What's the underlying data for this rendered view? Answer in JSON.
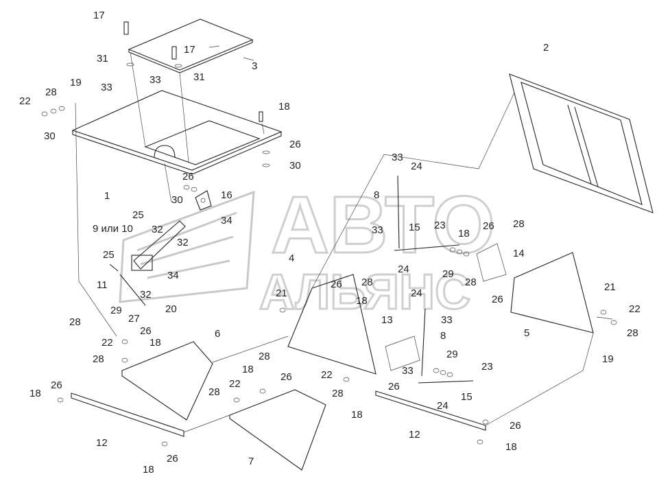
{
  "watermark": {
    "line1": "АВТО",
    "line2": "АЛЬЯНС"
  },
  "callouts": [
    {
      "id": "l-17a",
      "text": "17"
    },
    {
      "id": "l-17b",
      "text": "17"
    },
    {
      "id": "l-3",
      "text": "3"
    },
    {
      "id": "l-31a",
      "text": "31"
    },
    {
      "id": "l-33a",
      "text": "33"
    },
    {
      "id": "l-31b",
      "text": "31"
    },
    {
      "id": "l-33b",
      "text": "33"
    },
    {
      "id": "l-19a",
      "text": "19"
    },
    {
      "id": "l-28a",
      "text": "28"
    },
    {
      "id": "l-22a",
      "text": "22"
    },
    {
      "id": "l-30a",
      "text": "30"
    },
    {
      "id": "l-18a",
      "text": "18"
    },
    {
      "id": "l-26a",
      "text": "26"
    },
    {
      "id": "l-30b",
      "text": "30"
    },
    {
      "id": "l-26b",
      "text": "26"
    },
    {
      "id": "l-1",
      "text": "1"
    },
    {
      "id": "l-30c",
      "text": "30"
    },
    {
      "id": "l-16",
      "text": "16"
    },
    {
      "id": "l-2",
      "text": "2"
    },
    {
      "id": "l-25a",
      "text": "25"
    },
    {
      "id": "l-9or10",
      "text": "9 или 10"
    },
    {
      "id": "l-32a",
      "text": "32"
    },
    {
      "id": "l-34a",
      "text": "34"
    },
    {
      "id": "l-32b",
      "text": "32"
    },
    {
      "id": "l-25b",
      "text": "25"
    },
    {
      "id": "l-34b",
      "text": "34"
    },
    {
      "id": "l-11",
      "text": "11"
    },
    {
      "id": "l-32c",
      "text": "32"
    },
    {
      "id": "l-29a",
      "text": "29"
    },
    {
      "id": "l-20",
      "text": "20"
    },
    {
      "id": "l-27",
      "text": "27"
    },
    {
      "id": "l-33c",
      "text": "33"
    },
    {
      "id": "l-24a",
      "text": "24"
    },
    {
      "id": "l-8a",
      "text": "8"
    },
    {
      "id": "l-33d",
      "text": "33"
    },
    {
      "id": "l-15a",
      "text": "15"
    },
    {
      "id": "l-23a",
      "text": "23"
    },
    {
      "id": "l-18b",
      "text": "18"
    },
    {
      "id": "l-26c",
      "text": "26"
    },
    {
      "id": "l-28b",
      "text": "28"
    },
    {
      "id": "l-24b",
      "text": "24"
    },
    {
      "id": "l-14",
      "text": "14"
    },
    {
      "id": "l-4",
      "text": "4"
    },
    {
      "id": "l-26d",
      "text": "26"
    },
    {
      "id": "l-28c",
      "text": "28"
    },
    {
      "id": "l-21a",
      "text": "21"
    },
    {
      "id": "l-18c",
      "text": "18"
    },
    {
      "id": "l-29b",
      "text": "29"
    },
    {
      "id": "l-28d",
      "text": "28"
    },
    {
      "id": "l-24c",
      "text": "24"
    },
    {
      "id": "l-26e",
      "text": "26"
    },
    {
      "id": "l-13",
      "text": "13"
    },
    {
      "id": "l-33e",
      "text": "33"
    },
    {
      "id": "l-21b",
      "text": "21"
    },
    {
      "id": "l-22b",
      "text": "22"
    },
    {
      "id": "l-5",
      "text": "5"
    },
    {
      "id": "l-28e",
      "text": "28"
    },
    {
      "id": "l-19b",
      "text": "19"
    },
    {
      "id": "l-28f",
      "text": "28"
    },
    {
      "id": "l-26f",
      "text": "26"
    },
    {
      "id": "l-22c",
      "text": "22"
    },
    {
      "id": "l-18d",
      "text": "18"
    },
    {
      "id": "l-28g",
      "text": "28"
    },
    {
      "id": "l-6",
      "text": "6"
    },
    {
      "id": "l-8b",
      "text": "8"
    },
    {
      "id": "l-29c",
      "text": "29"
    },
    {
      "id": "l-33f",
      "text": "33"
    },
    {
      "id": "l-23b",
      "text": "23"
    },
    {
      "id": "l-22d",
      "text": "22"
    },
    {
      "id": "l-28h",
      "text": "28"
    },
    {
      "id": "l-26g",
      "text": "26"
    },
    {
      "id": "l-15b",
      "text": "15"
    },
    {
      "id": "l-24d",
      "text": "24"
    },
    {
      "id": "l-18e",
      "text": "18"
    },
    {
      "id": "l-26h",
      "text": "26"
    },
    {
      "id": "l-18f",
      "text": "18"
    },
    {
      "id": "l-28i",
      "text": "28"
    },
    {
      "id": "l-22e",
      "text": "22"
    },
    {
      "id": "l-28j",
      "text": "28"
    },
    {
      "id": "l-26i",
      "text": "26"
    },
    {
      "id": "l-18g",
      "text": "18"
    },
    {
      "id": "l-12a",
      "text": "12"
    },
    {
      "id": "l-7",
      "text": "7"
    },
    {
      "id": "l-26j",
      "text": "26"
    },
    {
      "id": "l-18h",
      "text": "18"
    },
    {
      "id": "l-12b",
      "text": "12"
    },
    {
      "id": "l-26k",
      "text": "26"
    },
    {
      "id": "l-18i",
      "text": "18"
    }
  ]
}
